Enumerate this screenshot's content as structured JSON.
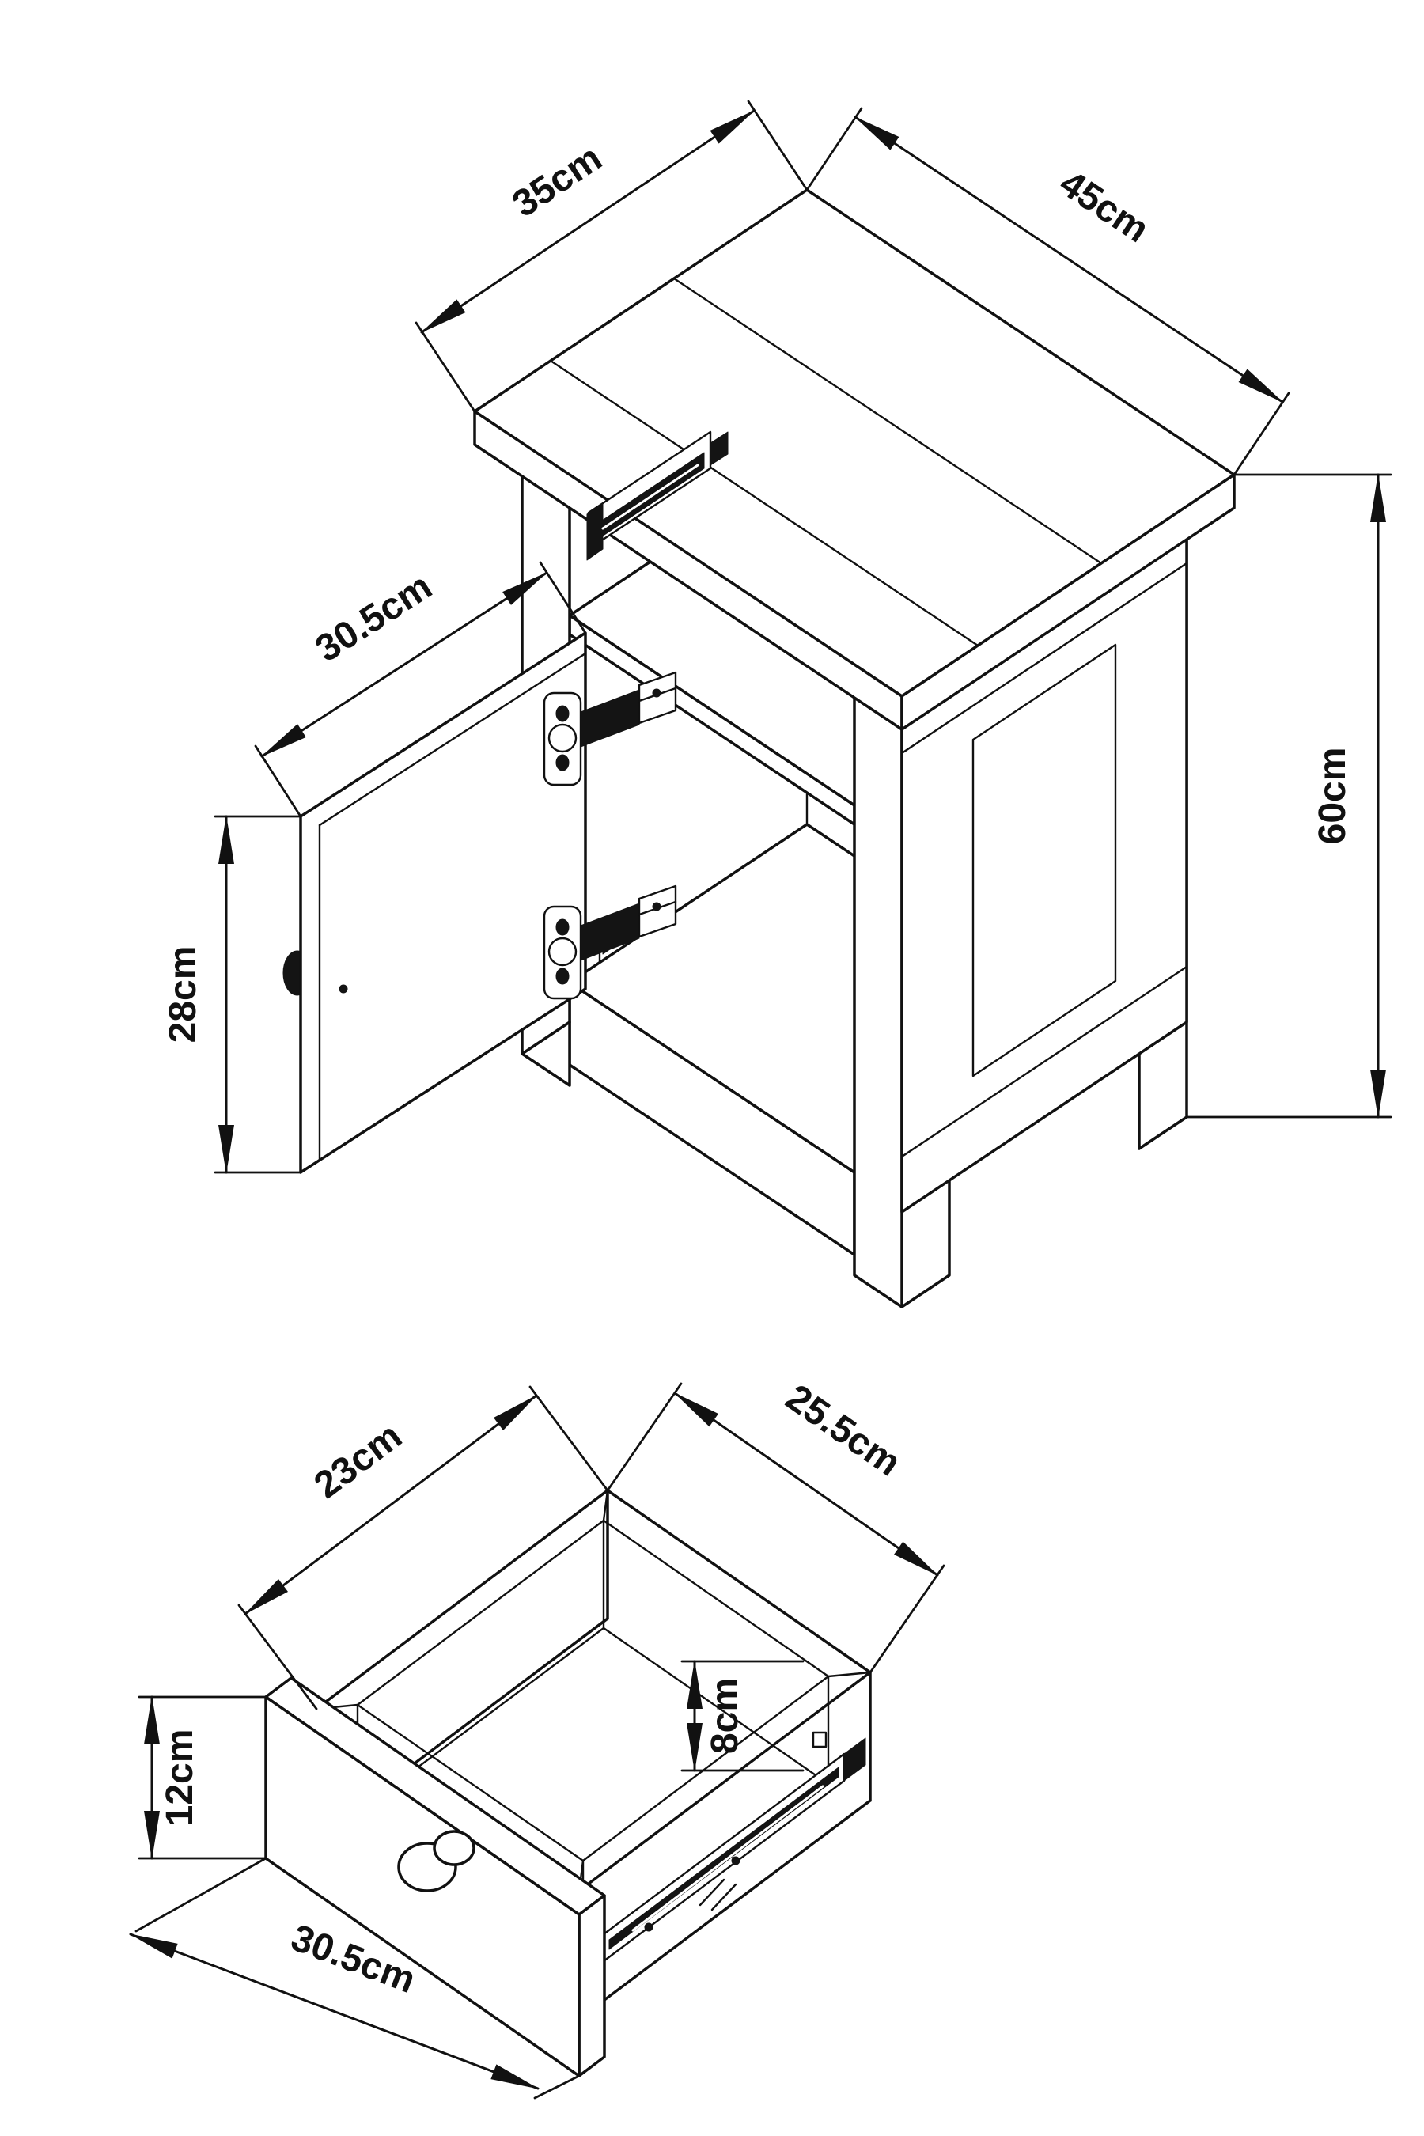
{
  "page": {
    "background_color": "#ffffff",
    "line_color": "#111111",
    "drawing_type": "furniture dimension diagram"
  },
  "nightstand": {
    "name": "bedside table with open door and drawer slide",
    "labels": {
      "depth": "35cm",
      "width": "45cm",
      "height": "60cm",
      "door_width": "30.5cm",
      "door_height": "28cm"
    }
  },
  "drawer": {
    "name": "drawer box with front panel, knob and side runner",
    "labels": {
      "inner_width": "23cm",
      "inner_depth": "25.5cm",
      "inner_height": "8cm",
      "front_height": "12cm",
      "front_width": "30.5cm"
    }
  }
}
